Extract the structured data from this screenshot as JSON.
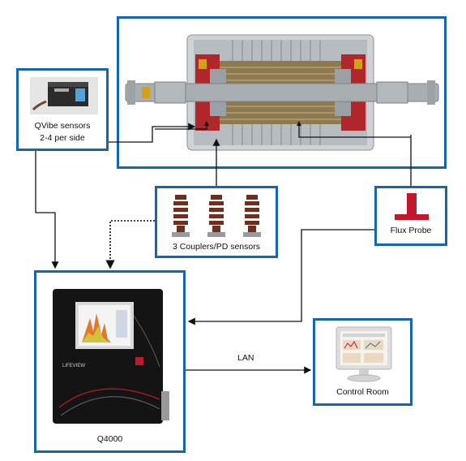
{
  "qvibe": {
    "line1": "QVibe sensors",
    "line2": "2-4 per side"
  },
  "couplers": {
    "label": "3 Couplers/PD sensors"
  },
  "flux": {
    "label": "Flux Probe"
  },
  "q4000": {
    "label": "Q4000",
    "brand": "LIFEVIEW"
  },
  "control_room": {
    "label": "Control Room"
  },
  "lan": {
    "label": "LAN"
  },
  "colors": {
    "frame": "#1565b0",
    "coupler": "#6b2e1f",
    "flux_probe": "#c0182d",
    "arrow": "#111111"
  },
  "icons": [
    "generator-cutaway-icon",
    "vibration-sensor-icon",
    "coupler-sensor-icon",
    "flux-probe-icon",
    "monitor-unit-icon",
    "desktop-monitor-icon"
  ]
}
